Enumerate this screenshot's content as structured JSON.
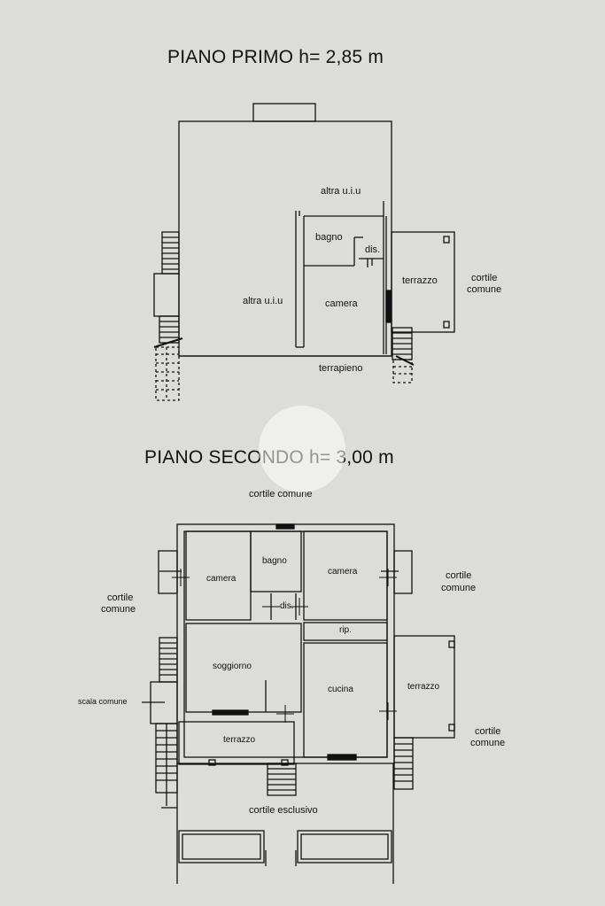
{
  "floor1": {
    "title": "PIANO PRIMO h= 2,85 m",
    "labels": {
      "altra_top": "altra u.i.u",
      "altra_left": "altra u.i.u",
      "bagno": "bagno",
      "dis": "dis.",
      "camera": "camera",
      "terrazzo": "terrazzo",
      "cortile1": "cortile",
      "cortile2": "comune",
      "terrapieno": "terrapieno"
    }
  },
  "floor2": {
    "title": "PIANO SECONDO h= 3,00 m",
    "labels": {
      "cortile_top": "cortile comune",
      "camera_left": "camera",
      "bagno": "bagno",
      "camera_right": "camera",
      "dis": "dis.",
      "rip": "rip.",
      "soggiorno": "soggiorno",
      "cucina": "cucina",
      "terrazzo_right": "terrazzo",
      "terrazzo_bottom": "terrazzo",
      "cortile_left1": "cortile",
      "cortile_left2": "comune",
      "cortile_right1": "cortile",
      "cortile_right2": "comune",
      "cortile_br1": "cortile",
      "cortile_br2": "comune",
      "scala": "scala comune",
      "esclusivo": "cortile esclusivo"
    }
  }
}
